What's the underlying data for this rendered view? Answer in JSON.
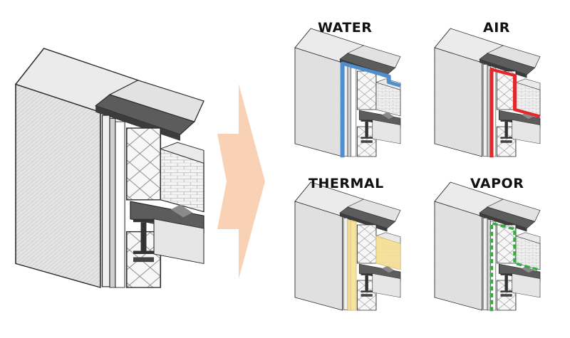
{
  "labels": {
    "water": "WATER",
    "air": "AIR",
    "thermal": "THERMAL",
    "vapor": "VAPOR"
  },
  "colors": {
    "water": "#4f8fd0",
    "air": "#e3282b",
    "thermal": "#f6de8d",
    "vapor": "#3aa845",
    "arrow": "#f9d2b5",
    "outline": "#2a2a2a",
    "metal": "#5c5c5c",
    "wall_face": "#dcdcdc",
    "brick": "#f3f3f3"
  },
  "icons": {
    "process_arrow": "right-arrow-icon"
  }
}
